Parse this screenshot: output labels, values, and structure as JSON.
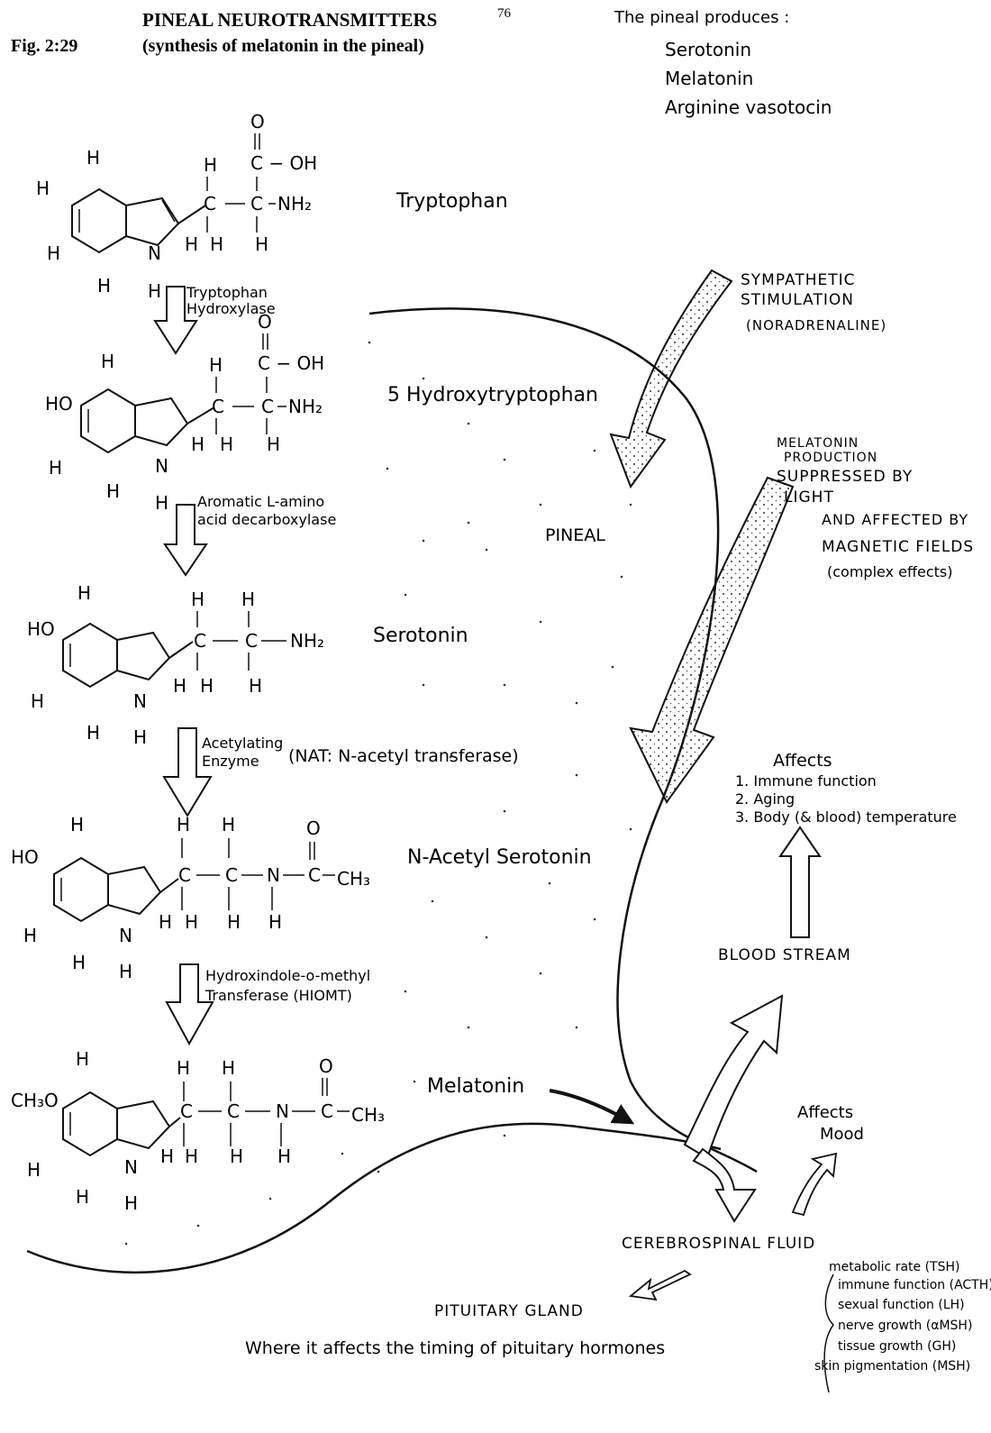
{
  "header": {
    "fig_label": "Fig. 2:29",
    "title": "PINEAL NEUROTRANSMITTERS",
    "subtitle": "(synthesis of melatonin in the pineal)",
    "page_number": "76"
  },
  "produces": {
    "heading": "The pineal produces :",
    "items": [
      "Serotonin",
      "Melatonin",
      "Arginine vasotocin"
    ]
  },
  "compounds": {
    "tryptophan": "Tryptophan",
    "hydroxytryptophan": "5 Hydroxytryptophan",
    "serotonin": "Serotonin",
    "acetyl_serotonin": "N-Acetyl Serotonin",
    "melatonin": "Melatonin"
  },
  "enzymes": {
    "e1_line1": "Tryptophan",
    "e1_line2": "Hydroxylase",
    "e2_line1": "Aromatic L-amino",
    "e2_line2": "acid decarboxylase",
    "e3_line1": "Acetylating",
    "e3_line2": "Enzyme",
    "e3_extra": "(NAT: N-acetyl transferase)",
    "e4_line1": "Hydroxindole-o-methyl",
    "e4_line2": "Transferase (HIOMT)"
  },
  "atoms": {
    "H": "H",
    "O": "O",
    "N": "N",
    "C": "C",
    "HO": "HO",
    "CH3O": "CH₃O",
    "OH": "C − OH",
    "NH2": "NH₂",
    "CH3": "CH₃"
  },
  "pineal_label": "PINEAL",
  "sympathetic": {
    "line1": "SYMPATHETIC",
    "line2": "STIMULATION",
    "line3": "(NORADRENALINE)"
  },
  "light": {
    "line1": "MELATONIN",
    "line2": "PRODUCTION",
    "line3": "SUPPRESSED BY",
    "line4": "LIGHT",
    "line5": "AND AFFECTED BY",
    "line6": "MAGNETIC FIELDS",
    "line7": "(complex effects)"
  },
  "affects_blood": {
    "heading": "Affects",
    "items": [
      "1. Immune function",
      "2. Aging",
      "3. Body (& blood) temperature"
    ]
  },
  "blood_stream": "BLOOD STREAM",
  "affects_mood": {
    "line1": "Affects",
    "line2": "Mood"
  },
  "csf": "CEREBROSPINAL FLUID",
  "pituitary": {
    "label": "PITUITARY GLAND",
    "caption": "Where it affects the timing of pituitary hormones",
    "hormones": [
      "metabolic rate (TSH)",
      "immune function (ACTH)",
      "sexual function (LH)",
      "nerve growth (αMSH)",
      "tissue growth (GH)",
      "skin pigmentation (MSH)"
    ]
  }
}
